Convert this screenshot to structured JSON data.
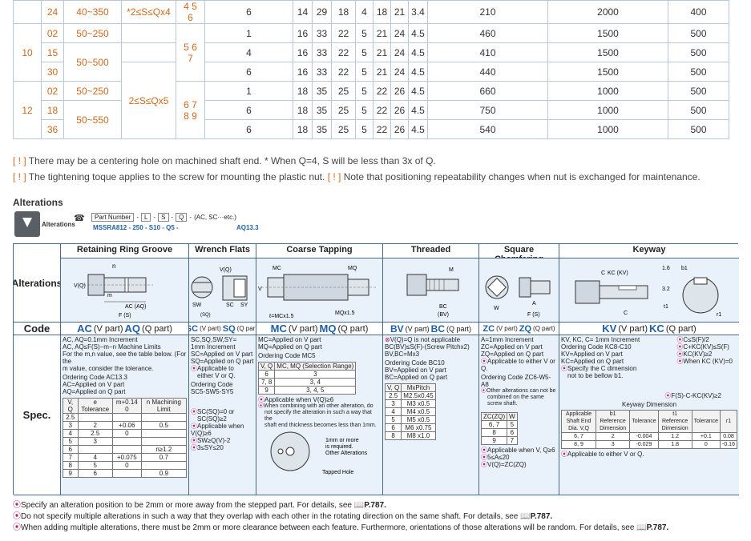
{
  "spec_table": {
    "rows": [
      {
        "d": "",
        "n": "24",
        "l": "40~350",
        "s": "*2≤S≤Qx4",
        "g": "4 5\n6",
        "v": [
          "6",
          "14",
          "29",
          "18",
          "4",
          "18",
          "21",
          "3.4",
          "210",
          "2000",
          "400"
        ]
      },
      {
        "d": "10",
        "n": "02",
        "l": "50~250",
        "s": "",
        "g": "5 6\n7",
        "v": [
          "1",
          "16",
          "33",
          "22",
          "5",
          "21",
          "24",
          "4.5",
          "460",
          "1500",
          "500"
        ]
      },
      {
        "d": "",
        "n": "15",
        "l": "50~500",
        "s": "",
        "g": "",
        "v": [
          "4",
          "16",
          "33",
          "22",
          "5",
          "21",
          "24",
          "4.5",
          "410",
          "1500",
          "500"
        ]
      },
      {
        "d": "",
        "n": "30",
        "l": "",
        "s": "2≤S≤Qx5",
        "g": "",
        "v": [
          "6",
          "16",
          "33",
          "22",
          "5",
          "21",
          "24",
          "4.5",
          "440",
          "1500",
          "500"
        ]
      },
      {
        "d": "12",
        "n": "02",
        "l": "50~250",
        "s": "",
        "g": "6 7\n8 9",
        "v": [
          "1",
          "18",
          "35",
          "25",
          "5",
          "22",
          "26",
          "4.5",
          "660",
          "1000",
          "500"
        ]
      },
      {
        "d": "",
        "n": "18",
        "l": "50~550",
        "s": "",
        "g": "",
        "v": [
          "6",
          "18",
          "35",
          "25",
          "5",
          "22",
          "26",
          "4.5",
          "750",
          "1000",
          "500"
        ]
      },
      {
        "d": "",
        "n": "36",
        "l": "",
        "s": "",
        "g": "",
        "v": [
          "6",
          "18",
          "35",
          "25",
          "5",
          "22",
          "26",
          "4.5",
          "540",
          "1000",
          "500"
        ]
      }
    ]
  },
  "notes": {
    "line1_mark": "[ ! ]",
    "line1_text": "There may be a centering hole on machined shaft end. * When Q=4, S will be less than 3x of Q.",
    "line2_mark": "[ ! ]",
    "line2_text_a": "The tightening toque applies to the screw for mounting the plastic nut.",
    "line2_mark2": "[ ! ]",
    "line2_text_b": "Note that positioning repeatability changes when nut is exchanged for maintenance."
  },
  "alterations": {
    "heading": "Alterations",
    "icon_label": "Alterations",
    "part_number_label": "Part Number",
    "pn_l": "L",
    "pn_s": "S",
    "pn_q": "Q",
    "pn_tail": "(AC, SC···etc.)",
    "pn_example": "MSSRA812  -  250  -  S10  -  Q5  -",
    "pn_example_code": "AQ13.3"
  },
  "table": {
    "row_alterations": "Alterations",
    "row_code": "Code",
    "row_spec": "Spec.",
    "columns": [
      {
        "title": "Retaining Ring Groove",
        "code_a": "AC",
        "code_a_sub": "(V part)",
        "code_b": "AQ",
        "code_b_sub": "(Q part)"
      },
      {
        "title": "Wrench Flats",
        "code_a": "SC",
        "code_a_sub": "(V part)",
        "code_b": "SQ",
        "code_b_sub": "(Q part)"
      },
      {
        "title": "Coarse Tapping",
        "code_a": "MC",
        "code_a_sub": "(V part)",
        "code_b": "MQ",
        "code_b_sub": "(Q part)"
      },
      {
        "title": "Threaded",
        "code_a": "BV",
        "code_a_sub": "(V part)",
        "code_b": "BC",
        "code_b_sub": "(Q part)"
      },
      {
        "title": "Square Chamfering",
        "code_a": "ZC",
        "code_a_sub": "(V part)",
        "code_b": "ZQ",
        "code_b_sub": "(Q part)"
      },
      {
        "title": "Keyway",
        "code_a": "KV",
        "code_a_sub": "(V part)",
        "code_b": "KC",
        "code_b_sub": "(Q part)"
      }
    ],
    "spec": {
      "ac": [
        "AC, AQ=0.1mm Increment",
        "AC, AQ≤F(S)−m−n Machine Limits",
        "For the m,n value, see the table below. (For the",
        "m value, consider the tolerance.",
        "Ordering Code  AC13.3",
        "AC=Applied on V part",
        "AQ=Applied on Q part"
      ],
      "ac_table_head": [
        "V, Q",
        "e Tolerance",
        "m+0.14 0",
        "n Machining Limit"
      ],
      "ac_table": [
        [
          "2.5",
          "",
          "",
          ""
        ],
        [
          "3",
          "2",
          "+0.06",
          "0.5"
        ],
        [
          "4",
          "2.5",
          "0",
          ""
        ],
        [
          "5",
          "3",
          "",
          ""
        ],
        [
          "6",
          "",
          "",
          "n≥1.2"
        ],
        [
          "7",
          "4",
          "+0.075",
          "0.7"
        ],
        [
          "8",
          "5",
          "0",
          ""
        ],
        [
          "9",
          "6",
          "",
          "0.9"
        ]
      ],
      "sc": [
        "SC,SQ,SW,SY=",
        "1mm Increment",
        "SC=Applied on V part",
        "SQ=Applied on Q part",
        "Applicable to",
        "either V or Q.",
        "Ordering Code",
        "SC5-SW5-SY5",
        "SC(SQ)=0 or",
        "SC(SQ)≥2",
        "Applicable when V(Q)≥6",
        "SW≥Q(V)-2",
        "3≤SY≤20"
      ],
      "mc": [
        "MC=Applied on V part",
        "MQ=Applied on Q part",
        "Ordering Code  MC5"
      ],
      "mc_table_head": [
        "V, Q",
        "MC, MQ (Selection Range)"
      ],
      "mc_table": [
        [
          "6",
          "3"
        ],
        [
          "7, 8",
          "3, 4"
        ],
        [
          "9",
          "3, 4, 5"
        ]
      ],
      "mc_tail": [
        "Applicable when V(Q)≥6",
        "When combining with an other alteration, do",
        "not specify the alteration in such a way that the",
        "shaft end thickness becomes less than 1mm.",
        "1mm or more",
        "is required.",
        "Other Alterations",
        "Tapped Hole"
      ],
      "bv": [
        "V(Q)=Q is not applicable",
        "BC(BV)≤S(F)-(Screw Pitchx2)",
        "BV,BC=Mx3",
        "Ordering Code  BC10",
        "BV=Applied on V part",
        "BC=Applied on Q part"
      ],
      "bv_table_head": [
        "V, Q",
        "MxPitch"
      ],
      "bv_table": [
        [
          "2.5",
          "M2.5x0.45"
        ],
        [
          "3",
          "M3  x0.5"
        ],
        [
          "4",
          "M4  x0.5"
        ],
        [
          "5",
          "M5  x0.5"
        ],
        [
          "6",
          "M6  x0.75"
        ],
        [
          "8",
          "M8  x1.0"
        ]
      ],
      "zc": [
        "A=1mm Increment",
        "ZC=Applied on V part",
        "ZQ=Applied on Q part",
        "Applicable to either V or Q.",
        "Ordering Code  ZC6-W5-A8",
        "Other alterations can not be",
        "combined on the same screw shaft."
      ],
      "zc_table_head": [
        "ZC(ZQ)",
        "W"
      ],
      "zc_table": [
        [
          "6, 7",
          "5"
        ],
        [
          "8",
          "6"
        ],
        [
          "9",
          "7"
        ]
      ],
      "zc_tail": [
        "Applicable when V, Q≥6",
        "5≤A≤20",
        "V(Q)=ZC(ZQ)"
      ],
      "kv": [
        "KV, KC, C= 1mm Increment",
        "Ordering Code  KC8-C10",
        "KV=Applied on V part",
        "KC=Applied on Q part",
        "Specify the C dimension",
        "not to be bellow b1.",
        "C≤S(F)/2",
        "C+KC(KV)≤S(F)",
        "KC(KV)≥2",
        "When KC (KV)=0",
        "F(S)-C-KC(KV)≥2",
        "Keyway Dimension",
        "Applicable to either V or Q."
      ],
      "kv_table_head": [
        "Applicable Shaft End Dia. V,Q",
        "b1 Reference Dimension",
        "Tolerance",
        "t1 Reference Dimension",
        "Tolerance",
        "r1"
      ],
      "kv_table": [
        [
          "6, 7",
          "2",
          "-0.004",
          "1.2",
          "+0.1",
          "0.08"
        ],
        [
          "8, 9",
          "3",
          "-0.029",
          "1.8",
          "0",
          "-0.16"
        ]
      ]
    },
    "diagram_labels": {
      "ac": [
        "n",
        "V(Q)",
        "m",
        "AC (AQ)",
        "F (S)"
      ],
      "sc": [
        "V(Q)",
        "SW",
        "SC",
        "SY",
        "(SQ)"
      ],
      "mc": [
        "MC",
        "MQ",
        "V",
        "ℓ=MCx1.5",
        "MQx1.5"
      ],
      "bv": [
        "M",
        "BC",
        "(BV)"
      ],
      "zc": [
        "W",
        "A",
        "F (S)"
      ],
      "kv": [
        "C",
        "KC (KV)",
        "1.6",
        "b1",
        "3.2",
        "t1",
        "r1",
        "C"
      ]
    }
  },
  "footnotes": [
    {
      "text": "Specify an alteration position to be 2mm or more away from the stepped part. For details, see",
      "ref": "P.787."
    },
    {
      "text": "Do not specify multiple alterations in such a way that they overlap with each other in the rotating direction on the same shaft. For details, see",
      "ref": "P.787."
    },
    {
      "text": "When adding multiple alterations, there must be 2mm or more clearance between each feature. Furthermore, orientations of those alterations will be random. For details, see",
      "ref": "P.787."
    }
  ]
}
